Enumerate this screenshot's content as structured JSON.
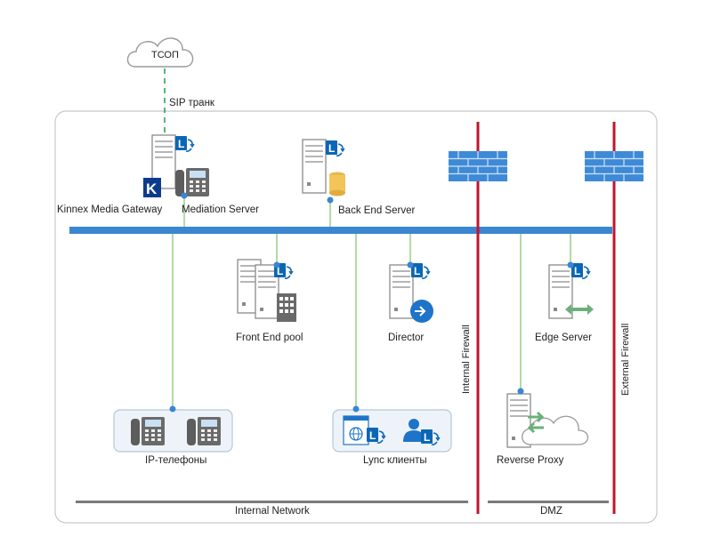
{
  "labels": {
    "cloud": "ТСОП",
    "sip": "SIP транк",
    "gateway": "Kinnex Media Gateway",
    "mediation": "Mediation Server",
    "backend": "Back End Server",
    "frontend": "Front End pool",
    "director": "Director",
    "edge": "Edge Server",
    "ipphones": "IP-телефоны",
    "lync": "Lync клиенты",
    "reverse": "Reverse Proxy",
    "internal_fw": "Internal Firewall",
    "external_fw": "External Firewall",
    "internal_net": "Internal Network",
    "dmz": "DMZ"
  },
  "colors": {
    "bus": "#3a86d1",
    "firewall": "#c0152b",
    "brick": "#3f8ad6",
    "link": "#7dc36a",
    "sip": "#17a04a",
    "lync_blue": "#0b67b5",
    "server_gray": "#8a8a8a"
  }
}
